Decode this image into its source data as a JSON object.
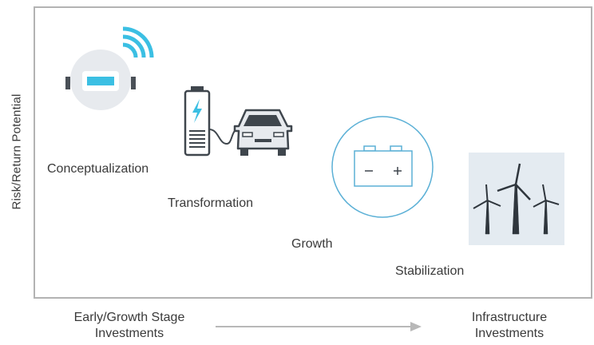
{
  "y_axis": {
    "label": "Risk/Return Potential"
  },
  "stages": [
    {
      "label": "Conceptualization",
      "icon": "smart-meter-icon"
    },
    {
      "label": "Transformation",
      "icon": "ev-charging-icon"
    },
    {
      "label": "Growth",
      "icon": "battery-icon"
    },
    {
      "label": "Stabilization",
      "icon": "wind-turbines-icon"
    }
  ],
  "x_axis": {
    "start_label_line1": "Early/Growth Stage",
    "start_label_line2": "Investments",
    "end_label_line1": "Infrastructure",
    "end_label_line2": "Investments"
  },
  "colors": {
    "frame": "#b3b3b3",
    "accent": "#3bbfe3",
    "icon_dark": "#3f464d",
    "icon_light": "#e7eaee",
    "turbine_bg": "#e4ebf1",
    "battery_outline": "#5bb0d6",
    "arrow": "#b8b8b8"
  }
}
